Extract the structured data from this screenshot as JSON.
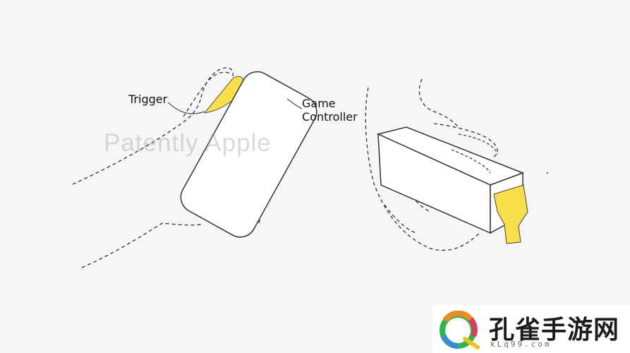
{
  "labels": {
    "trigger": "Trigger",
    "game": "Game",
    "controller": "Controller"
  },
  "watermark": "Patently Apple",
  "badge": {
    "title": "孔雀手游网",
    "url": "kLq99.com"
  },
  "colors": {
    "background": "#f6f6f6",
    "trigger_highlight": "#f7df4a",
    "line": "#333333"
  }
}
